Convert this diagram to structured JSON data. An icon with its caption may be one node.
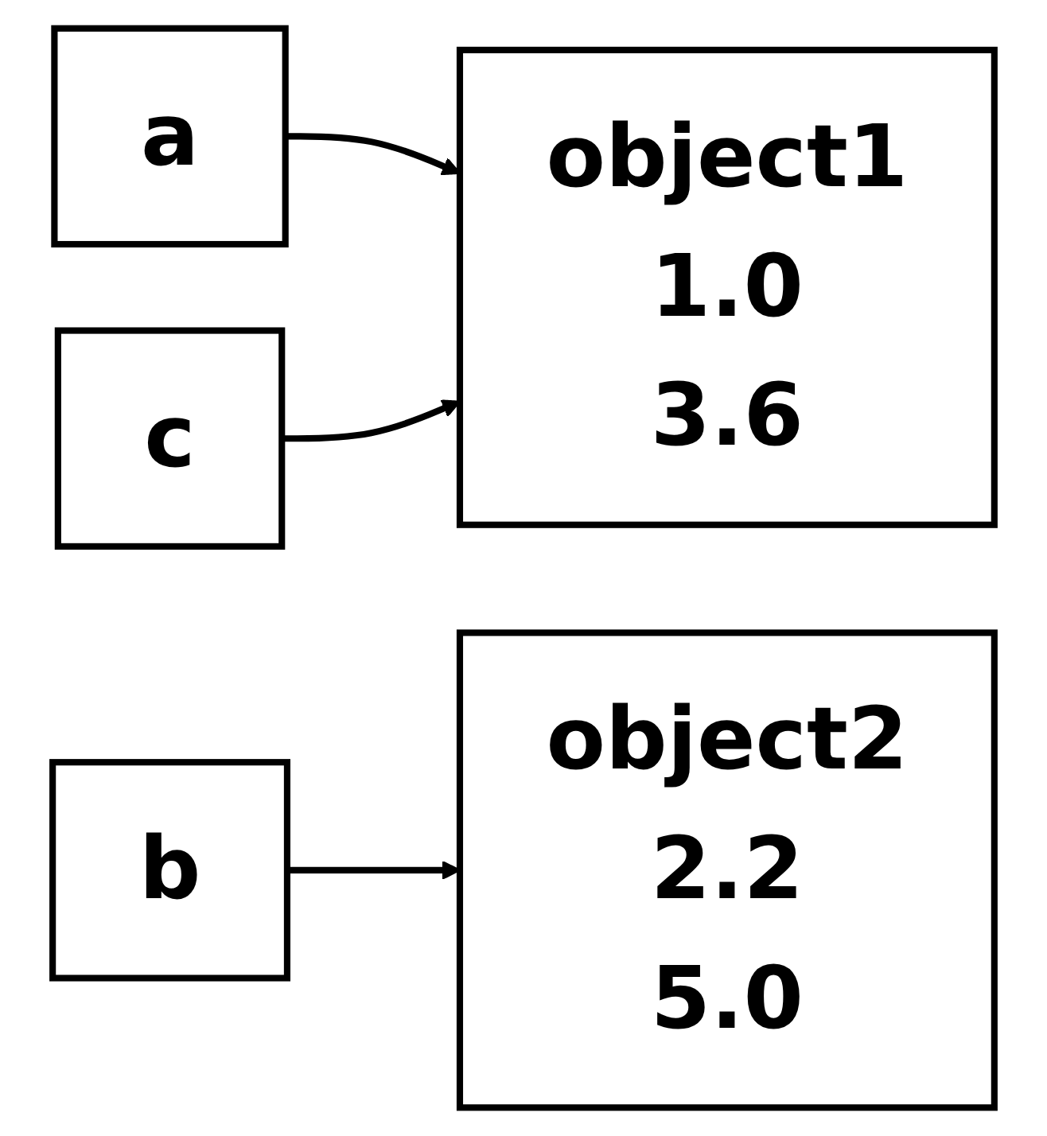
{
  "diagram": {
    "nodes": [
      {
        "text": [
          "a"
        ]
      },
      {
        "text": [
          "object1",
          "1.0",
          "3.6"
        ]
      },
      {
        "text": [
          "c"
        ]
      },
      {
        "text": [
          "object2",
          "2.2",
          "5.0"
        ]
      },
      {
        "text": [
          "b"
        ]
      }
    ],
    "edges": [
      {
        "from": 0,
        "to": 1,
        "arrow": "to"
      },
      {
        "from": 2,
        "to": 1,
        "arrow": "to"
      },
      {
        "from": 4,
        "to": 3,
        "arrow": "to"
      }
    ]
  }
}
